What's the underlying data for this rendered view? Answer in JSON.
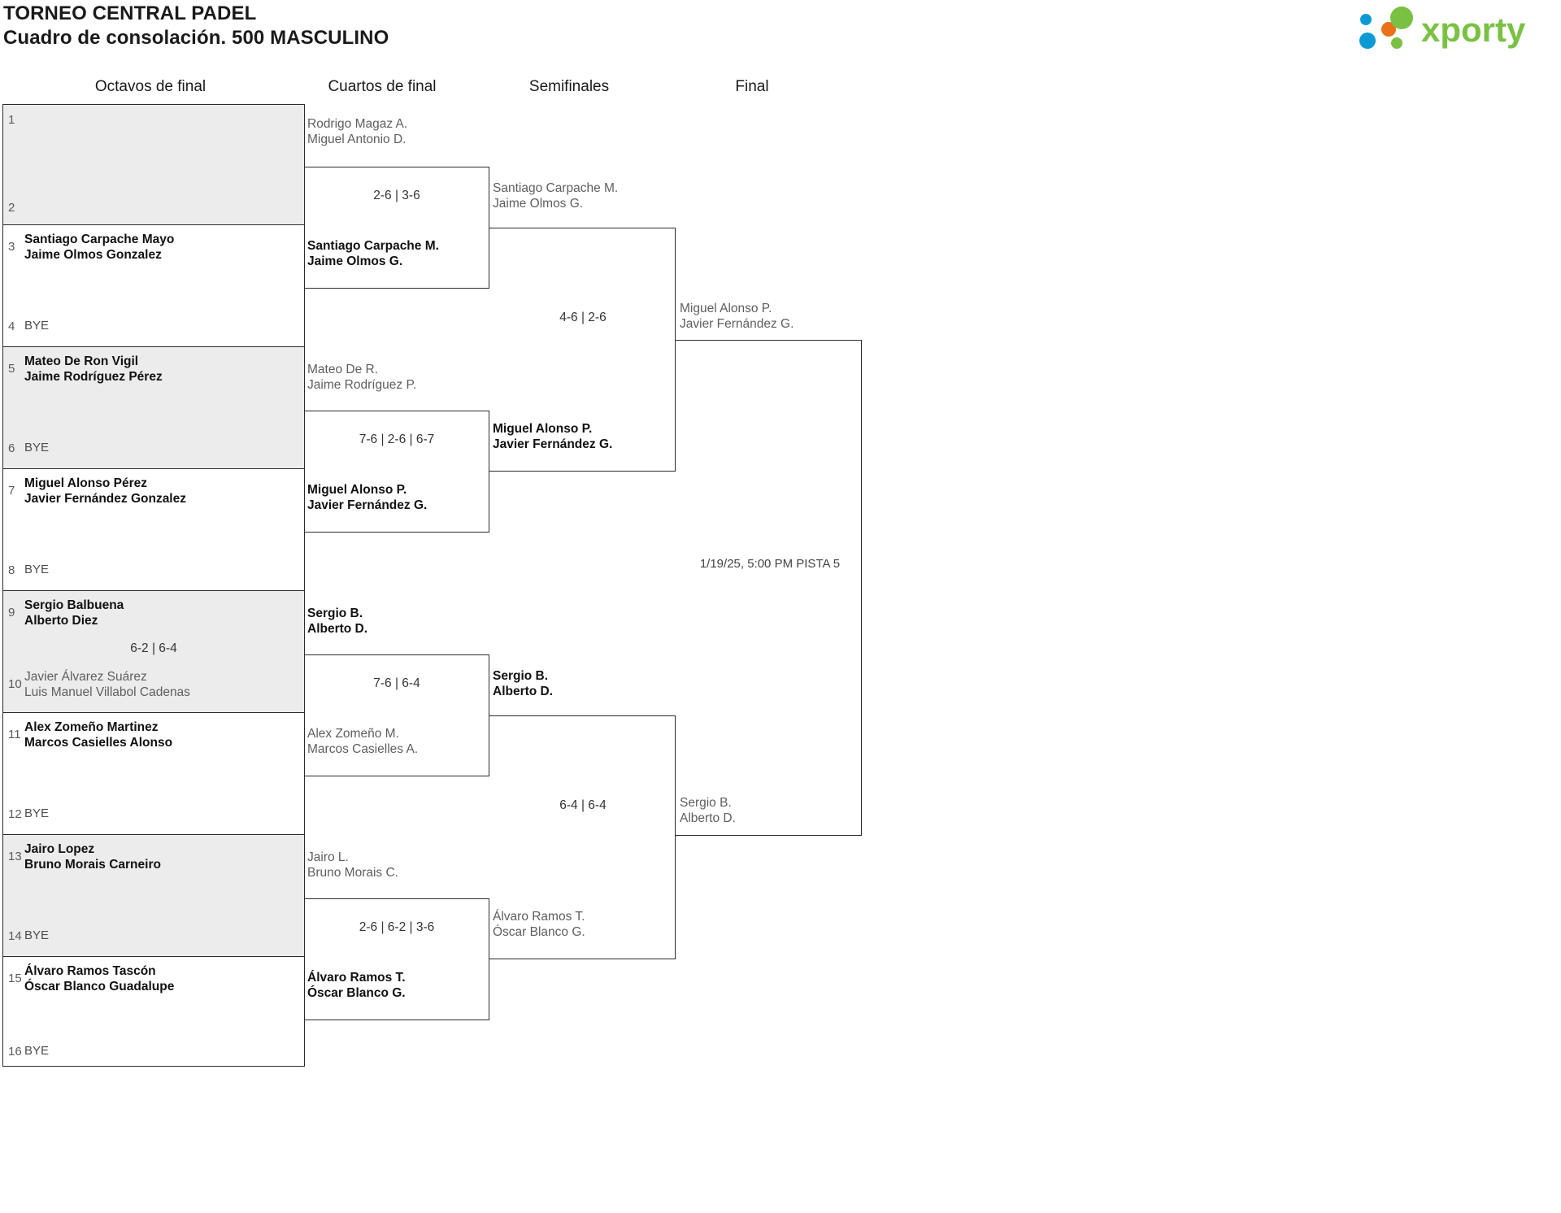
{
  "header": {
    "tournament_title": "TORNEO CENTRAL PADEL",
    "bracket_subtitle": "Cuadro de consolación. 500 MASCULINO",
    "logo_text": "xporty",
    "logo_colors": {
      "green": "#7ac143",
      "blue": "#0c9ad7",
      "orange": "#e8711a"
    }
  },
  "rounds": [
    {
      "key": "r16",
      "label": "Octavos de final"
    },
    {
      "key": "qf",
      "label": "Cuartos de final"
    },
    {
      "key": "sf",
      "label": "Semifinales"
    },
    {
      "key": "f",
      "label": "Final"
    }
  ],
  "round1": {
    "slots": [
      {
        "seed": "1",
        "line1": "",
        "line2": "",
        "bye": false,
        "empty": true
      },
      {
        "seed": "2",
        "line1": "",
        "line2": "",
        "bye": false,
        "empty": true
      },
      {
        "seed": "3",
        "line1": "Santiago Carpache Mayo",
        "line2": "Jaime Olmos Gonzalez",
        "winner": true
      },
      {
        "seed": "4",
        "bye": true,
        "bye_label": "BYE"
      },
      {
        "seed": "5",
        "line1": "Mateo De Ron Vigil",
        "line2": "Jaime Rodríguez Pérez",
        "winner": true
      },
      {
        "seed": "6",
        "bye": true,
        "bye_label": "BYE"
      },
      {
        "seed": "7",
        "line1": "Miguel Alonso Pérez",
        "line2": "Javier Fernández Gonzalez",
        "winner": true
      },
      {
        "seed": "8",
        "bye": true,
        "bye_label": "BYE"
      },
      {
        "seed": "9",
        "line1": "Sergio Balbuena",
        "line2": "Alberto Diez",
        "winner": true
      },
      {
        "seed": "10",
        "line1": "Javier Álvarez Suárez",
        "line2": "Luis Manuel Villabol Cadenas",
        "winner": false
      },
      {
        "seed": "11",
        "line1": "Alex Zomeño Martinez",
        "line2": "Marcos Casielles Alonso",
        "winner": true
      },
      {
        "seed": "12",
        "bye": true,
        "bye_label": "BYE"
      },
      {
        "seed": "13",
        "line1": "Jairo Lopez",
        "line2": "Bruno Morais Carneiro",
        "winner": true
      },
      {
        "seed": "14",
        "bye": true,
        "bye_label": "BYE"
      },
      {
        "seed": "15",
        "line1": "Álvaro Ramos Tascón",
        "line2": "Óscar Blanco Guadalupe",
        "winner": true
      },
      {
        "seed": "16",
        "bye": true,
        "bye_label": "BYE"
      }
    ],
    "scores": [
      {
        "match": 5,
        "value": "6-2 | 6-4"
      }
    ]
  },
  "quarterfinals": [
    {
      "id": "qf1",
      "top": {
        "line1": "Rodrigo Magaz A.",
        "line2": "Miguel Antonio D.",
        "winner": false
      },
      "score": "2-6 | 3-6",
      "bottom": {
        "line1": "Santiago Carpache M.",
        "line2": "Jaime Olmos G.",
        "winner": true
      }
    },
    {
      "id": "qf2",
      "top": {
        "line1": "Mateo De R.",
        "line2": "Jaime Rodríguez P.",
        "winner": false
      },
      "score": "7-6 | 2-6 | 6-7",
      "bottom": {
        "line1": "Miguel Alonso P.",
        "line2": "Javier Fernández G.",
        "winner": true
      }
    },
    {
      "id": "qf3",
      "top": {
        "line1": "Sergio B.",
        "line2": "Alberto D.",
        "winner": true
      },
      "score": "7-6 | 6-4",
      "bottom": {
        "line1": "Alex Zomeño M.",
        "line2": "Marcos Casielles A.",
        "winner": false
      }
    },
    {
      "id": "qf4",
      "top": {
        "line1": "Jairo L.",
        "line2": "Bruno Morais C.",
        "winner": false
      },
      "score": "2-6 | 6-2 | 3-6",
      "bottom": {
        "line1": "Álvaro Ramos T.",
        "line2": "Óscar Blanco G.",
        "winner": true
      }
    }
  ],
  "semifinals": [
    {
      "id": "sf1",
      "top": {
        "line1": "Santiago Carpache M.",
        "line2": "Jaime Olmos G.",
        "winner": false
      },
      "score": "4-6 | 2-6",
      "bottom": {
        "line1": "Miguel Alonso P.",
        "line2": "Javier Fernández G.",
        "winner": true
      }
    },
    {
      "id": "sf2",
      "top": {
        "line1": "Sergio B.",
        "line2": "Alberto D.",
        "winner": true
      },
      "score": "6-4 | 6-4",
      "bottom": {
        "line1": "Álvaro Ramos T.",
        "line2": "Óscar Blanco G.",
        "winner": false
      }
    }
  ],
  "final": {
    "id": "f1",
    "top": {
      "line1": "Miguel Alonso P.",
      "line2": "Javier Fernández G.",
      "winner": false
    },
    "meta": "1/19/25, 5:00 PM PISTA 5",
    "bottom": {
      "line1": "Sergio B.",
      "line2": "Alberto D.",
      "winner": false
    }
  }
}
